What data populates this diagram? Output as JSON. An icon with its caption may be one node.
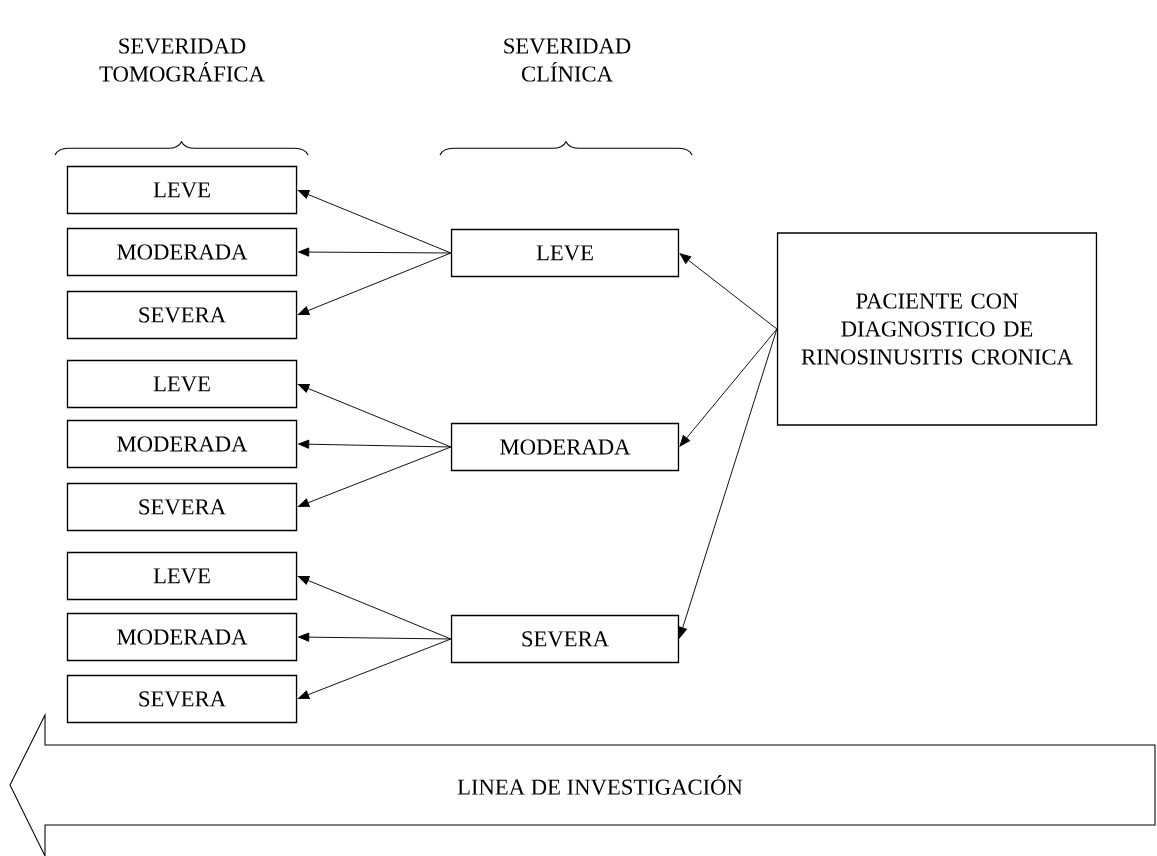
{
  "diagram": {
    "nodes": [
      {
        "text": [
          "PACIENTE CON DIAGNOSTICO DE RINOSINUSITIS CRONICA"
        ]
      },
      {
        "text": [
          "LEVE"
        ]
      },
      {
        "text": [
          "MODERADA"
        ]
      },
      {
        "text": [
          "SEVERA"
        ]
      },
      {
        "text": [
          "LEVE"
        ]
      },
      {
        "text": [
          "MODERADA"
        ]
      },
      {
        "text": [
          "SEVERA"
        ]
      },
      {
        "text": [
          "LEVE"
        ]
      },
      {
        "text": [
          "MODERADA"
        ]
      },
      {
        "text": [
          "SEVERA"
        ]
      },
      {
        "text": [
          "LEVE"
        ]
      },
      {
        "text": [
          "MODERADA"
        ]
      },
      {
        "text": [
          "SEVERA"
        ]
      },
      {
        "text": [
          "LINEA DE INVESTIGACIÓN"
        ]
      }
    ],
    "edges": [
      {
        "from": 0,
        "to": 1,
        "arrow": "to"
      },
      {
        "from": 0,
        "to": 2,
        "arrow": "to"
      },
      {
        "from": 0,
        "to": 3,
        "arrow": "to"
      },
      {
        "from": 1,
        "to": 4,
        "arrow": "to"
      },
      {
        "from": 1,
        "to": 5,
        "arrow": "to"
      },
      {
        "from": 1,
        "to": 6,
        "arrow": "to"
      },
      {
        "from": 2,
        "to": 7,
        "arrow": "to"
      },
      {
        "from": 2,
        "to": 8,
        "arrow": "to"
      },
      {
        "from": 2,
        "to": 9,
        "arrow": "to"
      },
      {
        "from": 3,
        "to": 10,
        "arrow": "to"
      },
      {
        "from": 3,
        "to": 11,
        "arrow": "to"
      },
      {
        "from": 3,
        "to": 12,
        "arrow": "to"
      }
    ],
    "labels": [
      "SEVERIDAD TOMOGRÁFICA",
      "SEVERIDAD CLÍNICA"
    ]
  }
}
